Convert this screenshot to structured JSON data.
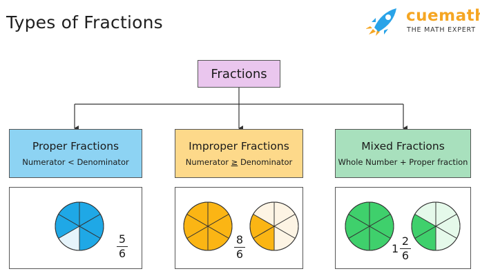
{
  "title": "Types of Fractions",
  "logo": {
    "word": "cuemath",
    "tagline": "THE MATH EXPERT"
  },
  "root": {
    "label": "Fractions"
  },
  "categories": [
    {
      "title": "Proper Fractions",
      "subtitle": "Numerator < Denominator",
      "color": "#8dd3f3"
    },
    {
      "title": "Improper Fractions",
      "subtitle_left": "Numerator ",
      "subtitle_symbol": "≥",
      "subtitle_right": " Denominator",
      "color": "#fdd98a"
    },
    {
      "title": "Mixed Fractions",
      "subtitle": "Whole Number + Proper fraction",
      "color": "#a8e0bd"
    }
  ],
  "examples": {
    "proper": {
      "numerator": "5",
      "denominator": "6",
      "filled_sectors": 5,
      "sectors": 6,
      "fill": "#1fa8e6",
      "empty": "#e6f4fb"
    },
    "improper": {
      "numerator": "8",
      "denominator": "6",
      "sectors": 6,
      "circle1_filled": 6,
      "circle2_filled": 2,
      "fill": "#fbb514",
      "empty": "#fdf4e4"
    },
    "mixed": {
      "whole": "1",
      "numerator": "2",
      "denominator": "6",
      "sectors": 6,
      "circle1_filled": 6,
      "circle2_filled": 2,
      "fill": "#3fd06c",
      "empty": "#e5f9ea"
    }
  },
  "colors": {
    "line": "#333333",
    "root_fill": "#eac6ee",
    "logo_orange": "#f5a623",
    "rocket_blue": "#29a3e8"
  }
}
